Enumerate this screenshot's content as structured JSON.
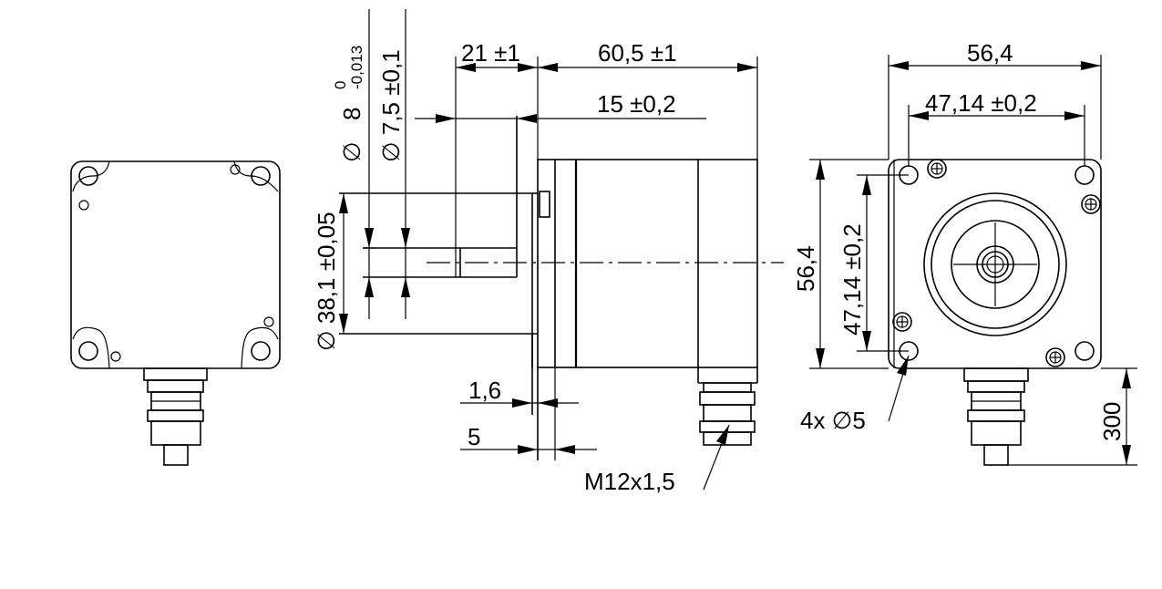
{
  "dimensions": {
    "shaft_length": "21 ±1",
    "body_length": "60,5 ±1",
    "flange_length": "15 ±0,2",
    "shaft_dia_sym": "∅",
    "shaft_dia": "8",
    "shaft_tol_upper": "0",
    "shaft_tol_lower": "-0,013",
    "shoulder_dia": "∅ 7,5 ±0,1",
    "pilot_dia": "∅ 38,1 ±0,05",
    "flange_thickness": "1,6",
    "pilot_depth": "5",
    "front_height": "56,4",
    "front_width": "56,4",
    "hole_pitch_h": "47,14 ±0,2",
    "hole_pitch_v": "47,14 ±0,2",
    "mount_holes": "4x ∅5",
    "connector_thread": "M12x1,5",
    "cable_length": "300"
  }
}
